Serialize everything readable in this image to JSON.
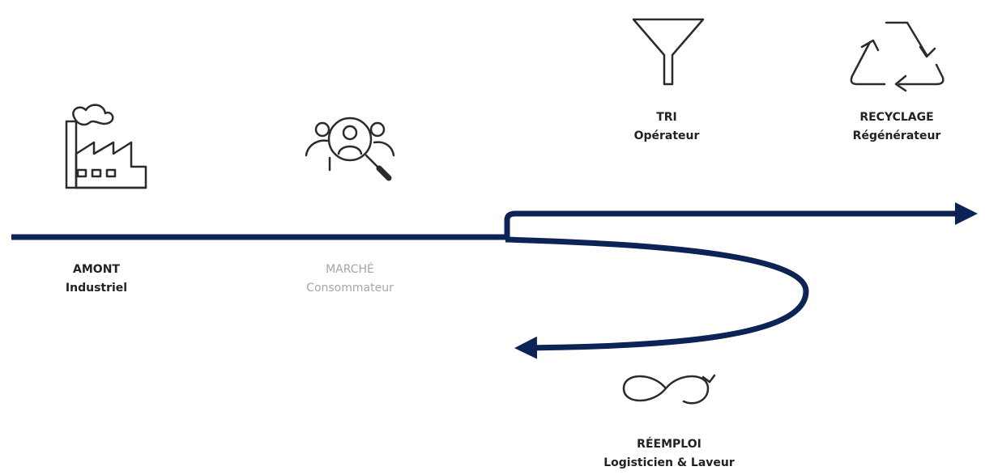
{
  "colors": {
    "flow": "#0d2356",
    "icon": "#2b2b2b",
    "text": "#222222",
    "muted_text": "#a6a6a6"
  },
  "stages": {
    "amont": {
      "title": "AMONT",
      "subtitle": "Industriel",
      "icon": "factory-icon"
    },
    "marche": {
      "title": "MARCHÉ",
      "subtitle": "Consommateur",
      "icon": "consumers-search-icon"
    },
    "tri": {
      "title": "TRI",
      "subtitle": "Opérateur",
      "icon": "funnel-icon"
    },
    "recyclage": {
      "title": "RECYCLAGE",
      "subtitle": "Régénérateur",
      "icon": "recycle-icon"
    },
    "reemploi": {
      "title": "RÉEMPLOI",
      "subtitle": "Logisticien & Laveur",
      "icon": "infinity-loop-icon"
    }
  }
}
